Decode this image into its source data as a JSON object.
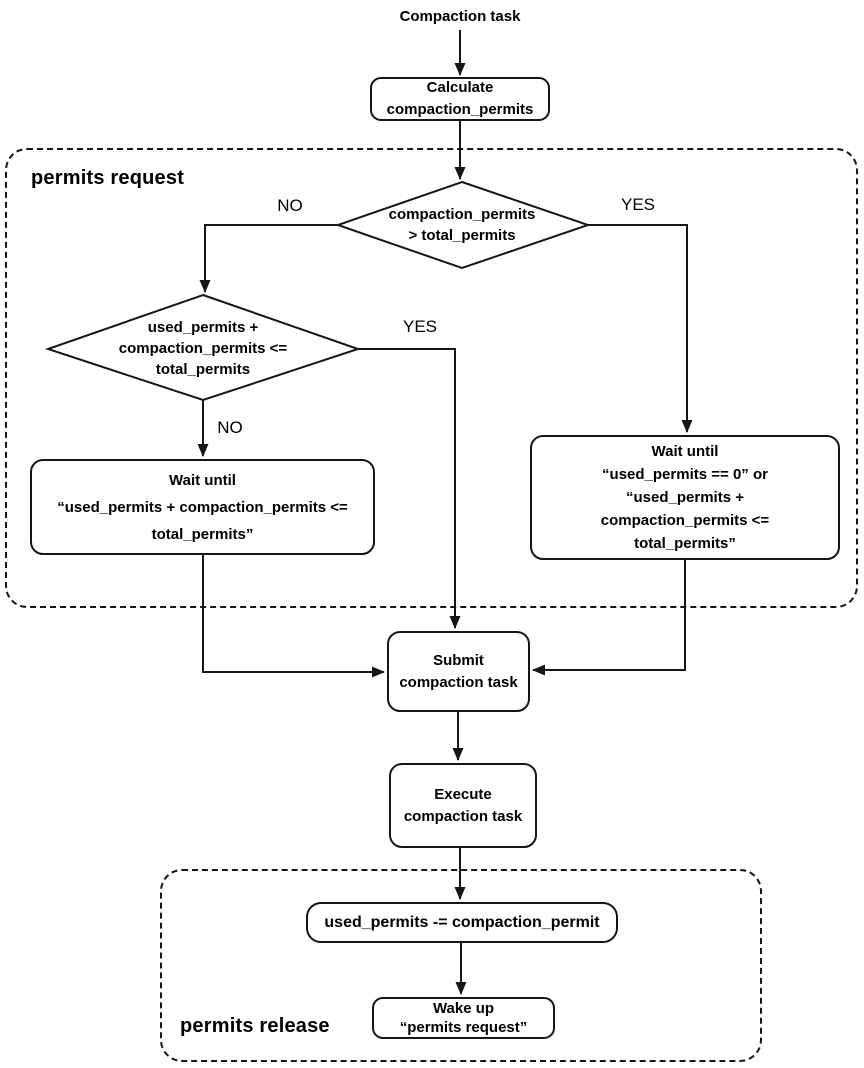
{
  "diagram": {
    "start_label": "Compaction task",
    "containers": {
      "permits_request": "permits request",
      "permits_release": "permits release"
    },
    "branch_labels": {
      "decision1_no": "NO",
      "decision1_yes": "YES",
      "decision2_yes": "YES",
      "decision2_no": "NO"
    },
    "nodes": {
      "calculate": {
        "lines": [
          "Calculate",
          "compaction_permits"
        ]
      },
      "decision1": {
        "lines": [
          "compaction_permits",
          "> total_permits"
        ]
      },
      "decision2": {
        "lines": [
          "used_permits +",
          "compaction_permits <=",
          "total_permits"
        ]
      },
      "wait_left": {
        "lines": [
          "Wait until",
          "“used_permits + compaction_permits <=",
          "total_permits”"
        ]
      },
      "wait_right": {
        "lines": [
          "Wait until",
          "“used_permits == 0” or",
          "“used_permits +",
          "compaction_permits <=",
          "total_permits”"
        ]
      },
      "submit": {
        "lines": [
          "Submit",
          "compaction task"
        ]
      },
      "execute": {
        "lines": [
          "Execute",
          "compaction task"
        ]
      },
      "decrement": {
        "lines": [
          "used_permits -= compaction_permit"
        ]
      },
      "wakeup": {
        "lines": [
          "Wake up",
          "“permits request”"
        ]
      }
    },
    "colors": {
      "stroke": "#161616",
      "background": "#ffffff",
      "text": "#000000"
    }
  }
}
